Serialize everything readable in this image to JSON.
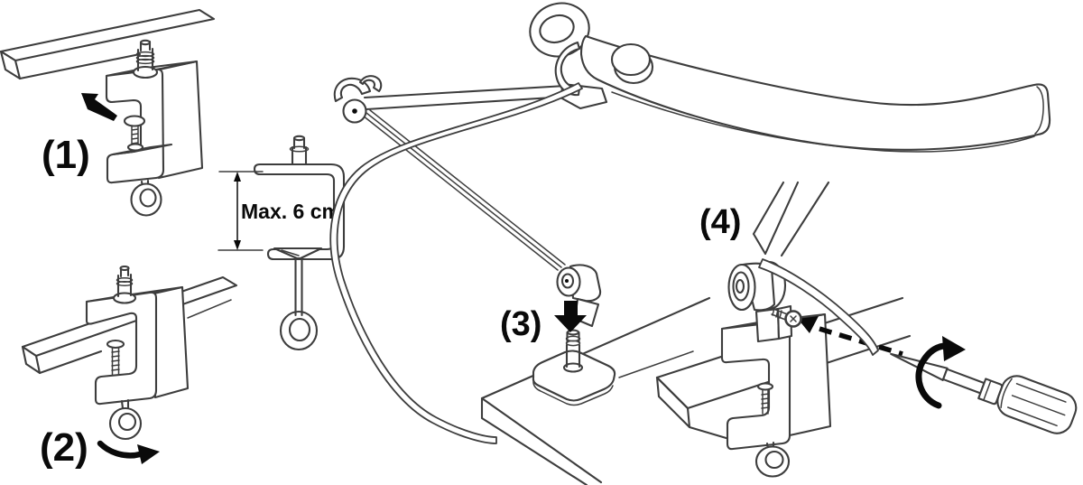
{
  "diagram": {
    "subject": "desk-clamp lamp mounting instructions",
    "background_color": "#ffffff",
    "line_color": "#3d3d3d",
    "ink_color": "#0a0a0a"
  },
  "steps": [
    {
      "label": "(1)",
      "depicts": "slide clamp onto table edge"
    },
    {
      "label": "(2)",
      "depicts": "tighten clamp ring screw under table"
    },
    {
      "label": "(3)",
      "depicts": "lower lamp arm socket onto base-plate pin"
    },
    {
      "label": "(4)",
      "depicts": "drive locking screw into joint with screwdriver"
    }
  ],
  "annotations": {
    "max_clamp_opening": "Max. 6 cm"
  },
  "icons": {
    "step1_arrow": "arrow-up-left",
    "step2_arrow": "curved-rotate-arrow",
    "step3_arrow": "arrow-down",
    "step4_arrow": "curved-rotate-arrow",
    "dimension_arrow": "double-headed-vertical-arrow",
    "screw_trajectory": "dashed-line-arrow"
  }
}
